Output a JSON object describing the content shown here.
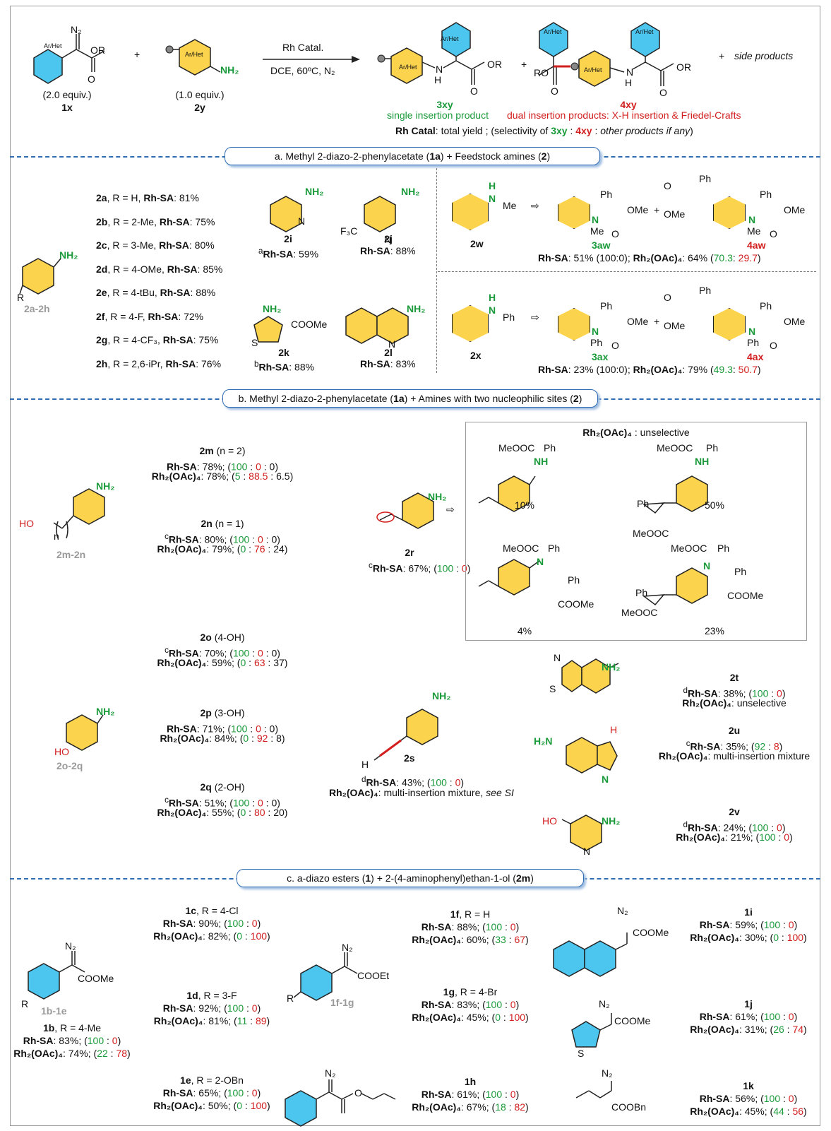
{
  "scheme": {
    "reagent1": {
      "group": "Ar/Het",
      "n2": "N₂",
      "ester": "OR",
      "equiv": "(2.0 equiv.)",
      "id": "1x"
    },
    "plus": "+",
    "reagent2": {
      "group": "Ar/Het",
      "amine": "NH₂",
      "equiv": "(1.0 equiv.)",
      "id": "2y"
    },
    "arrow_top": "Rh Catal.",
    "arrow_bottom": "DCE, 60ºC, N₂",
    "product3": {
      "id": "3xy",
      "desc": "single insertion product",
      "nh": "H",
      "n": "N",
      "ester": "OR"
    },
    "product4": {
      "id": "4xy",
      "desc": "dual insertion products: X-H insertion & Friedel-Crafts",
      "ro": "RO"
    },
    "side": "side products",
    "rh_catal_note": {
      "lead": "Rh Catal",
      "rest": ": total yield ; (selectivity of ",
      "a": "3xy",
      "sep1": " : ",
      "b": "4xy",
      "sep2": " : ",
      "c": "other products if any",
      "close": ")"
    }
  },
  "sections": {
    "a": {
      "pre": "a. Methyl 2-diazo-2-phenylacetate (",
      "b1": "1a",
      "mid": ") + Feedstock amines (",
      "b2": "2",
      "post": ")"
    },
    "b": {
      "pre": "b. Methyl 2-diazo-2-phenylacetate (",
      "b1": "1a",
      "mid": ") + Amines with two nucleophilic sites (",
      "b2": "2",
      "post": ")"
    },
    "c": {
      "pre": "c. a-diazo esters (",
      "b1": "1",
      "mid": ") + 2-(4-aminophenyl)ethan-1-ol (",
      "b2": "2m",
      "post": ")"
    }
  },
  "a_anilines": {
    "range": "2a-2h",
    "r": "R",
    "nh2": "NH₂",
    "rows": [
      {
        "id": "2a",
        "sub": ", R = H, ",
        "cat": "Rh-SA",
        "yield": ": 81%"
      },
      {
        "id": "2b",
        "sub": ", R = 2-Me, ",
        "cat": "Rh-SA",
        "yield": ": 75%"
      },
      {
        "id": "2c",
        "sub": ", R = 3-Me, ",
        "cat": "Rh-SA",
        "yield": ": 80%"
      },
      {
        "id": "2d",
        "sub": ", R = 4-OMe, ",
        "cat": "Rh-SA",
        "yield": ": 85%"
      },
      {
        "id": "2e",
        "sub": ", R = 4-tBu, ",
        "cat": "Rh-SA",
        "yield": ": 88%"
      },
      {
        "id": "2f",
        "sub": ", R = 4-F, ",
        "cat": "Rh-SA",
        "yield": ": 72%"
      },
      {
        "id": "2g",
        "sub": ", R = 4-CF₃, ",
        "cat": "Rh-SA",
        "yield": ": 75%"
      },
      {
        "id": "2h",
        "sub": ", R = 2,6-iPr, ",
        "cat": "Rh-SA",
        "yield": ": 76%"
      }
    ]
  },
  "a_hetero": [
    {
      "id": "2i",
      "sup": "a",
      "cat": "Rh-SA",
      "yield": ": 59%",
      "nh2": "NH₂",
      "atom": "N"
    },
    {
      "id": "2j",
      "sup": "",
      "cat": "Rh-SA",
      "yield": ": 88%",
      "nh2": "NH₂",
      "atom": "N",
      "cf3": "F₃C"
    },
    {
      "id": "2k",
      "sup": "b",
      "cat": "Rh-SA",
      "yield": ": 88%",
      "nh2": "NH₂",
      "atom": "S",
      "ester": "COOMe"
    },
    {
      "id": "2l",
      "sup": "",
      "cat": "Rh-SA",
      "yield": ": 83%",
      "nh2": "NH₂",
      "atom": "N"
    }
  ],
  "a_secondary": [
    {
      "id": "2w",
      "nh": "H",
      "n": "N",
      "r": "Me",
      "p3": "3aw",
      "p4": "4aw",
      "ph": "Ph",
      "ome": "OMe",
      "me": "Me",
      "rhsa": ": 51% (100:0); ",
      "rh2": "Rh₂(OAc)₄",
      "y2": ": 64% (",
      "s1": "70.3",
      "s2": "29.7",
      "end": ")"
    },
    {
      "id": "2x",
      "nh": "H",
      "n": "N",
      "r": "Ph",
      "p3": "3ax",
      "p4": "4ax",
      "ph": "Ph",
      "ome": "OMe",
      "me": "Ph",
      "rhsa": ": 23% (100:0); ",
      "rh2": "Rh₂(OAc)₄",
      "y2": ": 79% (",
      "s1": "49.3",
      "s2": "50.7",
      "end": ")"
    }
  ],
  "b_left": {
    "hydroxyalkyl": {
      "range": "2m-2n",
      "ho": "HO",
      "n": "n",
      "nh2": "NH₂",
      "entries": [
        {
          "id": "2m",
          "note": " (n = 2)",
          "sup": "",
          "rhsa": "78%",
          "sa": [
            "100",
            "0",
            "0"
          ],
          "rh2": "78%",
          "r2": [
            "5",
            "88.5",
            "6.5"
          ]
        },
        {
          "id": "2n",
          "note": " (n = 1)",
          "sup": "c",
          "rhsa": "80%",
          "sa": [
            "100",
            "0",
            "0"
          ],
          "rh2": "79%",
          "r2": [
            "0",
            "76",
            "24"
          ]
        }
      ]
    },
    "phenols": {
      "range": "2o-2q",
      "ho": "HO",
      "nh2": "NH₂",
      "entries": [
        {
          "id": "2o",
          "note": " (4-OH)",
          "sup": "c",
          "rhsa": "70%",
          "sa": [
            "100",
            "0",
            "0"
          ],
          "rh2": "59%",
          "r2": [
            "0",
            "63",
            "37"
          ]
        },
        {
          "id": "2p",
          "note": " (3-OH)",
          "sup": "",
          "rhsa": "71%",
          "sa": [
            "100",
            "0",
            "0"
          ],
          "rh2": "84%",
          "r2": [
            "0",
            "92",
            "8"
          ]
        },
        {
          "id": "2q",
          "note": " (2-OH)",
          "sup": "c",
          "rhsa": "51%",
          "sa": [
            "100",
            "0",
            "0"
          ],
          "rh2": "55%",
          "r2": [
            "0",
            "80",
            "20"
          ]
        }
      ]
    }
  },
  "b_2r": {
    "id": "2r",
    "sup": "c",
    "rhsa": "67%",
    "sel": [
      "100",
      "0"
    ],
    "nh2": "NH₂",
    "box_title": "Rh₂(OAc)₄",
    "box_title_rest": " : unselective",
    "products": [
      {
        "pct": "10%"
      },
      {
        "pct": "50%"
      },
      {
        "pct": "4%"
      },
      {
        "pct": "23%"
      }
    ],
    "labels": {
      "meooc": "MeOOC",
      "ph": "Ph",
      "nh": "NH",
      "n": "N",
      "coome": "COOMe"
    }
  },
  "b_2s": {
    "id": "2s",
    "sup": "d",
    "rhsa": "43%",
    "sel": [
      "100",
      "0"
    ],
    "h": "H",
    "nh2": "NH₂",
    "rh2": "Rh₂(OAc)₄",
    "rh2_note": ": multi-insertion mixture, ",
    "see": "see SI"
  },
  "b_right": [
    {
      "id": "2t",
      "sup": "d",
      "rhsa": "38%",
      "sel": [
        "100",
        "0"
      ],
      "rh2": "Rh₂(OAc)₄",
      "rh2_note": ": unselective",
      "n": "N",
      "s": "S",
      "nh2": "NH₂"
    },
    {
      "id": "2u",
      "sup": "c",
      "rhsa": "35%",
      "sel": [
        "92",
        "8"
      ],
      "rh2": "Rh₂(OAc)₄",
      "rh2_note": ": multi-insertion mixture",
      "h2n": "H₂N",
      "h": "H",
      "n": "N"
    },
    {
      "id": "2v",
      "sup": "d",
      "rhsa": "24%",
      "sel": [
        "100",
        "0"
      ],
      "rh2": "Rh₂(OAc)₄",
      "rh2_note": ": 21%; (",
      "r2": [
        "100",
        "0"
      ],
      "ho": "HO",
      "nh2": "NH₂",
      "n": "N"
    }
  ],
  "c_esters": {
    "group1": {
      "range": "1b-1e",
      "n2": "N₂",
      "ester": "COOMe",
      "r": "R",
      "entries": [
        {
          "id": "1b",
          "sub": ", R = 4-Me",
          "rhsa": "83%",
          "sa": [
            "100",
            "0"
          ],
          "rh2": "74%",
          "r2": [
            "22",
            "78"
          ]
        },
        {
          "id": "1c",
          "sub": ", R = 4-Cl",
          "rhsa": "90%",
          "sa": [
            "100",
            "0"
          ],
          "rh2": "82%",
          "r2": [
            "0",
            "100"
          ]
        },
        {
          "id": "1d",
          "sub": ", R = 3-F",
          "rhsa": "92%",
          "sa": [
            "100",
            "0"
          ],
          "rh2": "81%",
          "r2": [
            "11",
            "89"
          ]
        },
        {
          "id": "1e",
          "sub": ", R = 2-OBn",
          "rhsa": "65%",
          "sa": [
            "100",
            "0"
          ],
          "rh2": "50%",
          "r2": [
            "0",
            "100"
          ]
        }
      ]
    },
    "group2": {
      "range": "1f-1g",
      "n2": "N₂",
      "ester": "COOEt",
      "r": "R",
      "entries": [
        {
          "id": "1f",
          "sub": ", R = H",
          "rhsa": "88%",
          "sa": [
            "100",
            "0"
          ],
          "rh2": "60%",
          "r2": [
            "33",
            "67"
          ]
        },
        {
          "id": "1g",
          "sub": ", R = 4-Br",
          "rhsa": "83%",
          "sa": [
            "100",
            "0"
          ],
          "rh2": "45%",
          "r2": [
            "0",
            "100"
          ]
        }
      ]
    },
    "e1h": {
      "id": "1h",
      "rhsa": "61%",
      "sa": [
        "100",
        "0"
      ],
      "rh2": "67%",
      "r2": [
        "18",
        "82"
      ],
      "n2": "N₂",
      "o": "O"
    },
    "e1i": {
      "id": "1i",
      "rhsa": "59%",
      "sa": [
        "100",
        "0"
      ],
      "rh2": "30%",
      "r2": [
        "0",
        "100"
      ],
      "n2": "N₂",
      "ester": "COOMe"
    },
    "e1j": {
      "id": "1j",
      "rhsa": "61%",
      "sa": [
        "100",
        "0"
      ],
      "rh2": "31%",
      "r2": [
        "26",
        "74"
      ],
      "n2": "N₂",
      "ester": "COOMe",
      "s": "S"
    },
    "e1k": {
      "id": "1k",
      "rhsa": "56%",
      "sa": [
        "100",
        "0"
      ],
      "rh2": "45%",
      "r2": [
        "44",
        "56"
      ],
      "n2": "N₂",
      "ester": "COOBn"
    }
  },
  "common": {
    "rhsa": "Rh-SA",
    "rh2": "Rh₂(OAc)₄"
  },
  "colors": {
    "single": "#1a9a3a",
    "dual": "#d21e1e",
    "accent": "#2f6db3",
    "ring": "#fcd34d",
    "ring_ester": "#4cc6ef"
  }
}
